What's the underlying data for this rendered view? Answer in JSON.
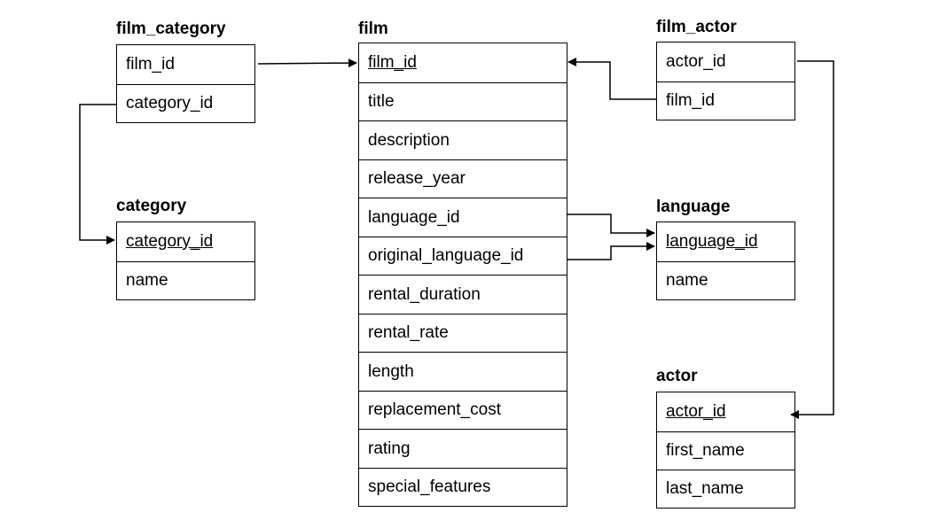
{
  "tables": {
    "film_category": {
      "name": "film_category",
      "fields": [
        "film_id",
        "category_id"
      ]
    },
    "film": {
      "name": "film",
      "fields": [
        "film_id",
        "title",
        "description",
        "release_year",
        "language_id",
        "original_language_id",
        "rental_duration",
        "rental_rate",
        "length",
        "replacement_cost",
        "rating",
        "special_features"
      ]
    },
    "film_actor": {
      "name": "film_actor",
      "fields": [
        "actor_id",
        "film_id"
      ]
    },
    "category": {
      "name": "category",
      "fields": [
        "category_id",
        "name"
      ]
    },
    "language": {
      "name": "language",
      "fields": [
        "language_id",
        "name"
      ]
    },
    "actor": {
      "name": "actor",
      "fields": [
        "actor_id",
        "first_name",
        "last_name"
      ]
    }
  },
  "primary_keys": {
    "film": "film_id",
    "category": "category_id",
    "language": "language_id",
    "actor": "actor_id"
  },
  "relationships": [
    {
      "from": "film_category.film_id",
      "to": "film.film_id"
    },
    {
      "from": "film_category.category_id",
      "to": "category.category_id"
    },
    {
      "from": "film_actor.film_id",
      "to": "film.film_id"
    },
    {
      "from": "film_actor.actor_id",
      "to": "actor.actor_id"
    },
    {
      "from": "film.language_id",
      "to": "language.language_id"
    },
    {
      "from": "film.original_language_id",
      "to": "language.language_id"
    }
  ]
}
